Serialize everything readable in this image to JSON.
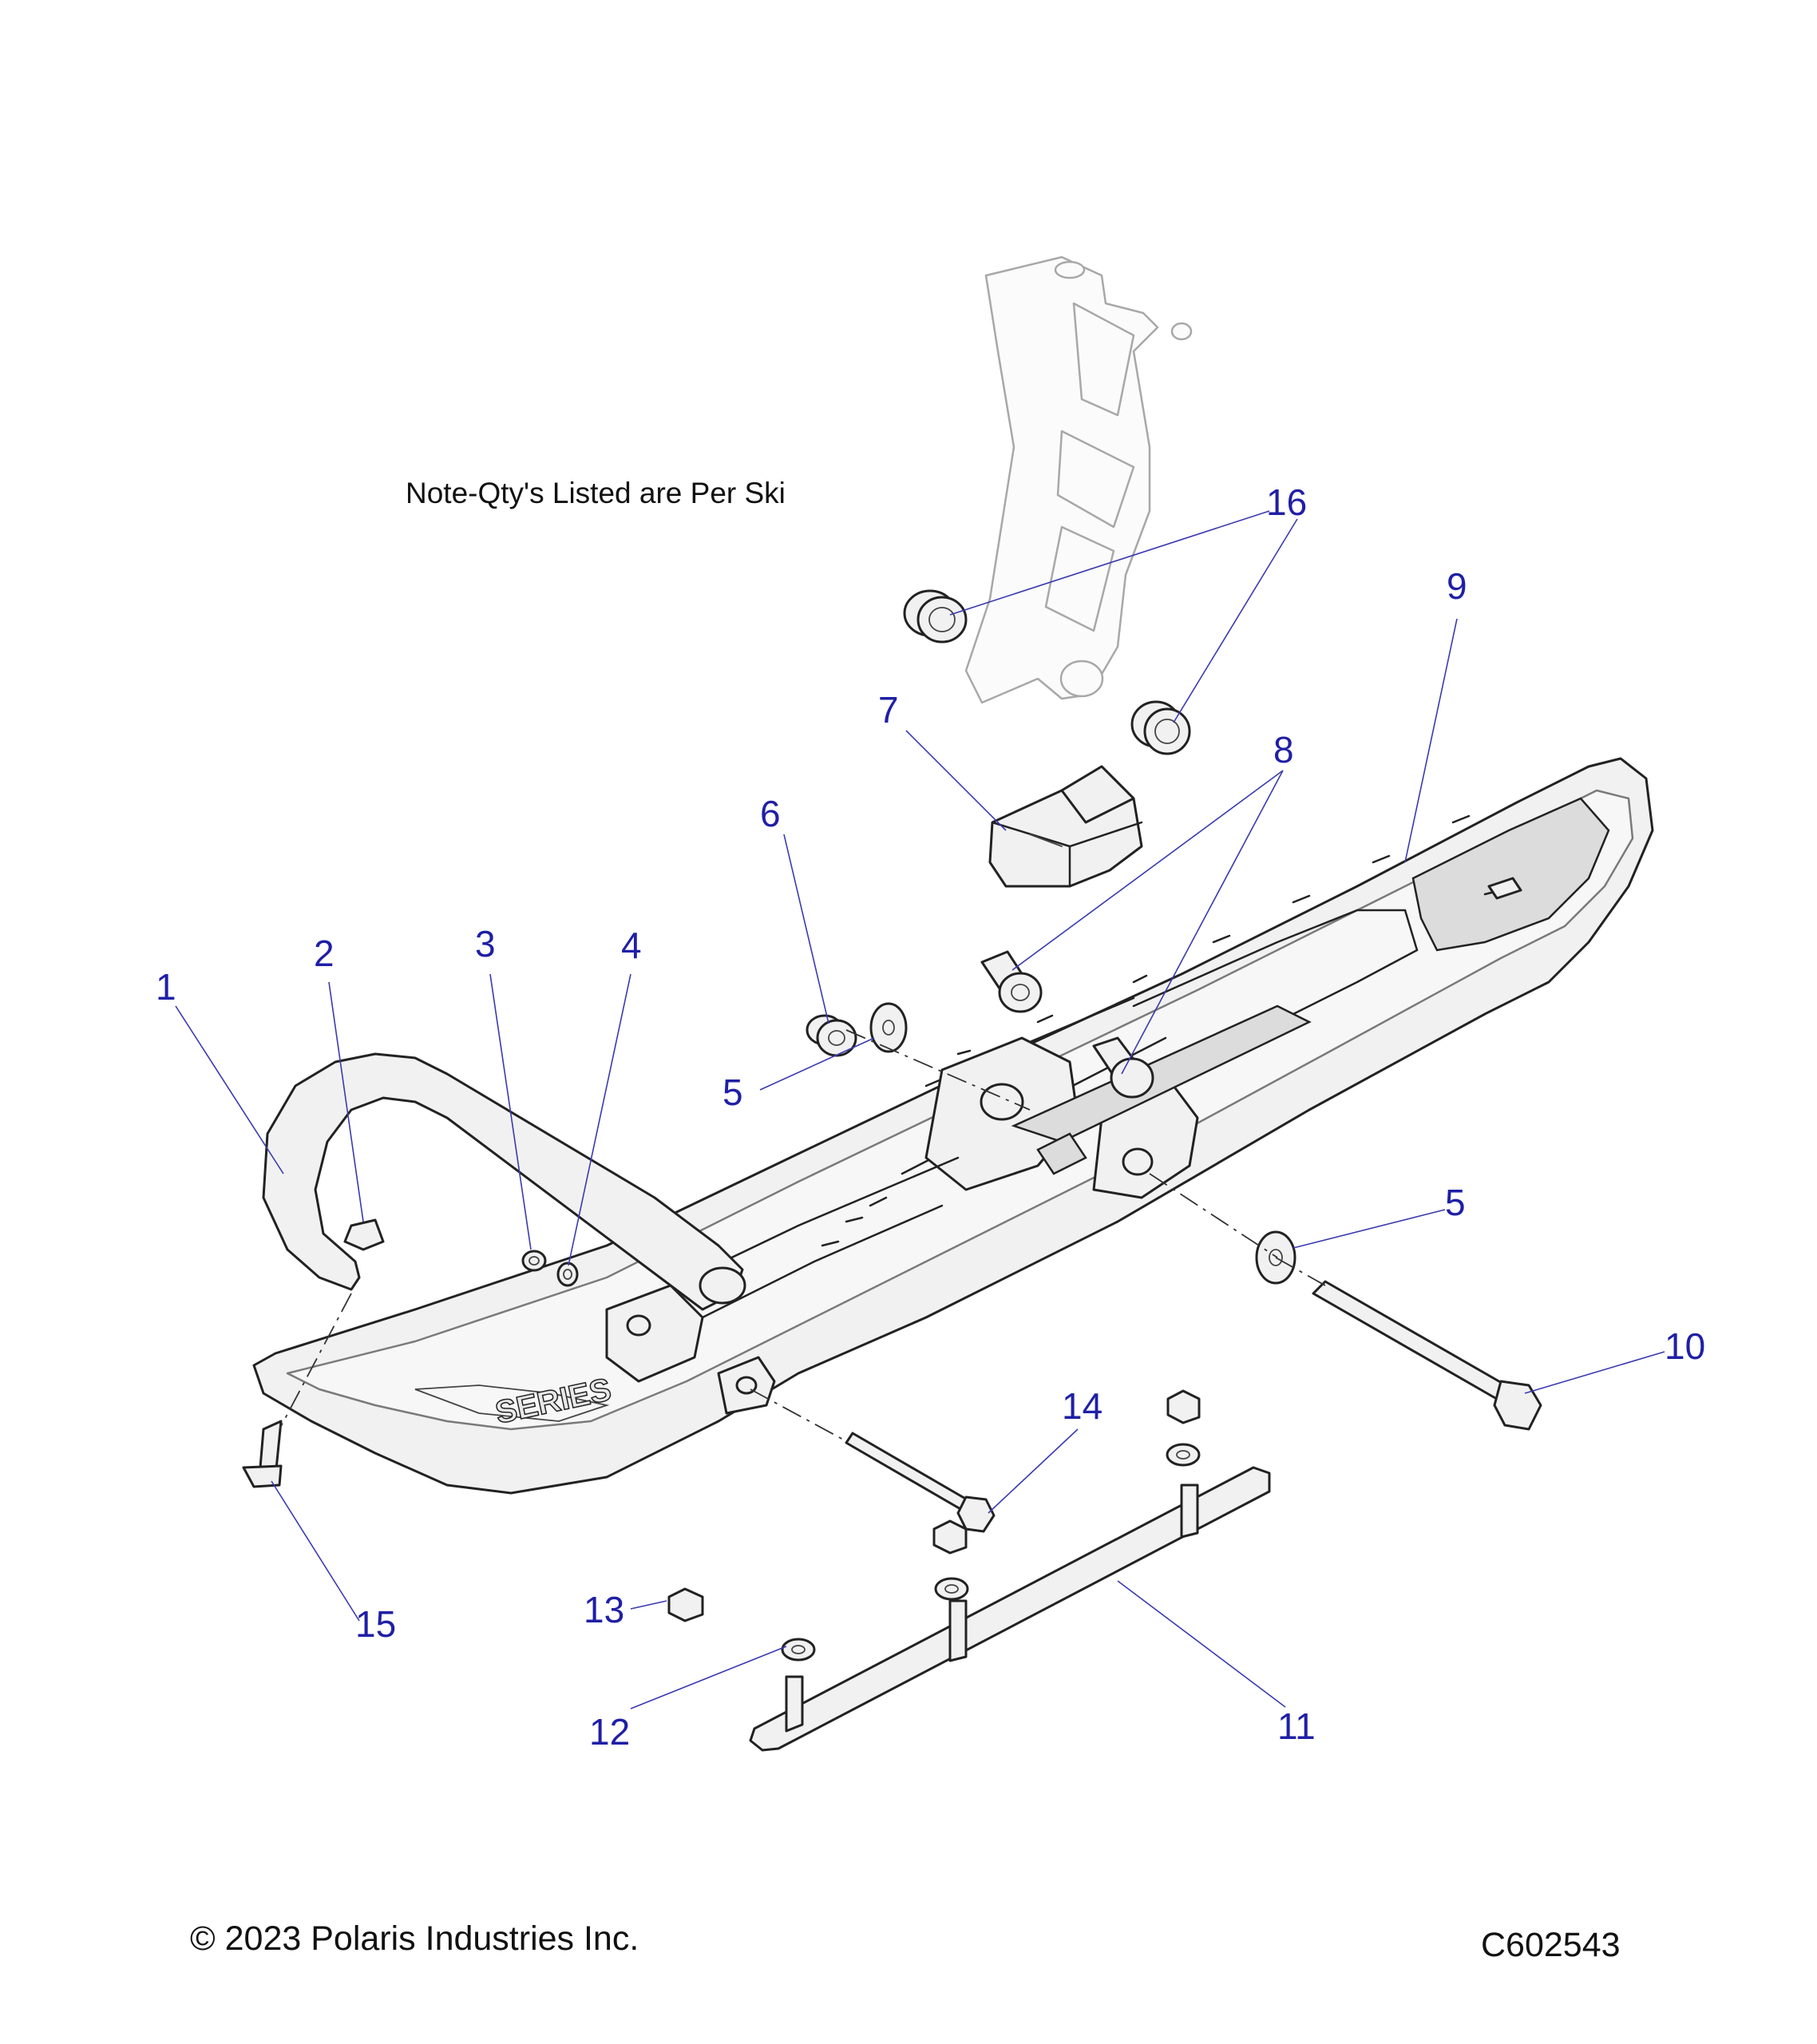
{
  "note": "Note-Qty's Listed are Per Ski",
  "copyright": "© 2023 Polaris Industries Inc.",
  "diagram_id": "C602543",
  "callouts": [
    {
      "id": "c1",
      "label": "1"
    },
    {
      "id": "c2",
      "label": "2"
    },
    {
      "id": "c3",
      "label": "3"
    },
    {
      "id": "c4",
      "label": "4"
    },
    {
      "id": "c5a",
      "label": "5"
    },
    {
      "id": "c5b",
      "label": "5"
    },
    {
      "id": "c6",
      "label": "6"
    },
    {
      "id": "c7",
      "label": "7"
    },
    {
      "id": "c8",
      "label": "8"
    },
    {
      "id": "c9",
      "label": "9"
    },
    {
      "id": "c10",
      "label": "10"
    },
    {
      "id": "c11",
      "label": "11"
    },
    {
      "id": "c12",
      "label": "12"
    },
    {
      "id": "c13",
      "label": "13"
    },
    {
      "id": "c14",
      "label": "14"
    },
    {
      "id": "c15",
      "label": "15"
    },
    {
      "id": "c16",
      "label": "16"
    }
  ],
  "colors": {
    "callout": "#1f1fa6",
    "line": "#222222"
  }
}
